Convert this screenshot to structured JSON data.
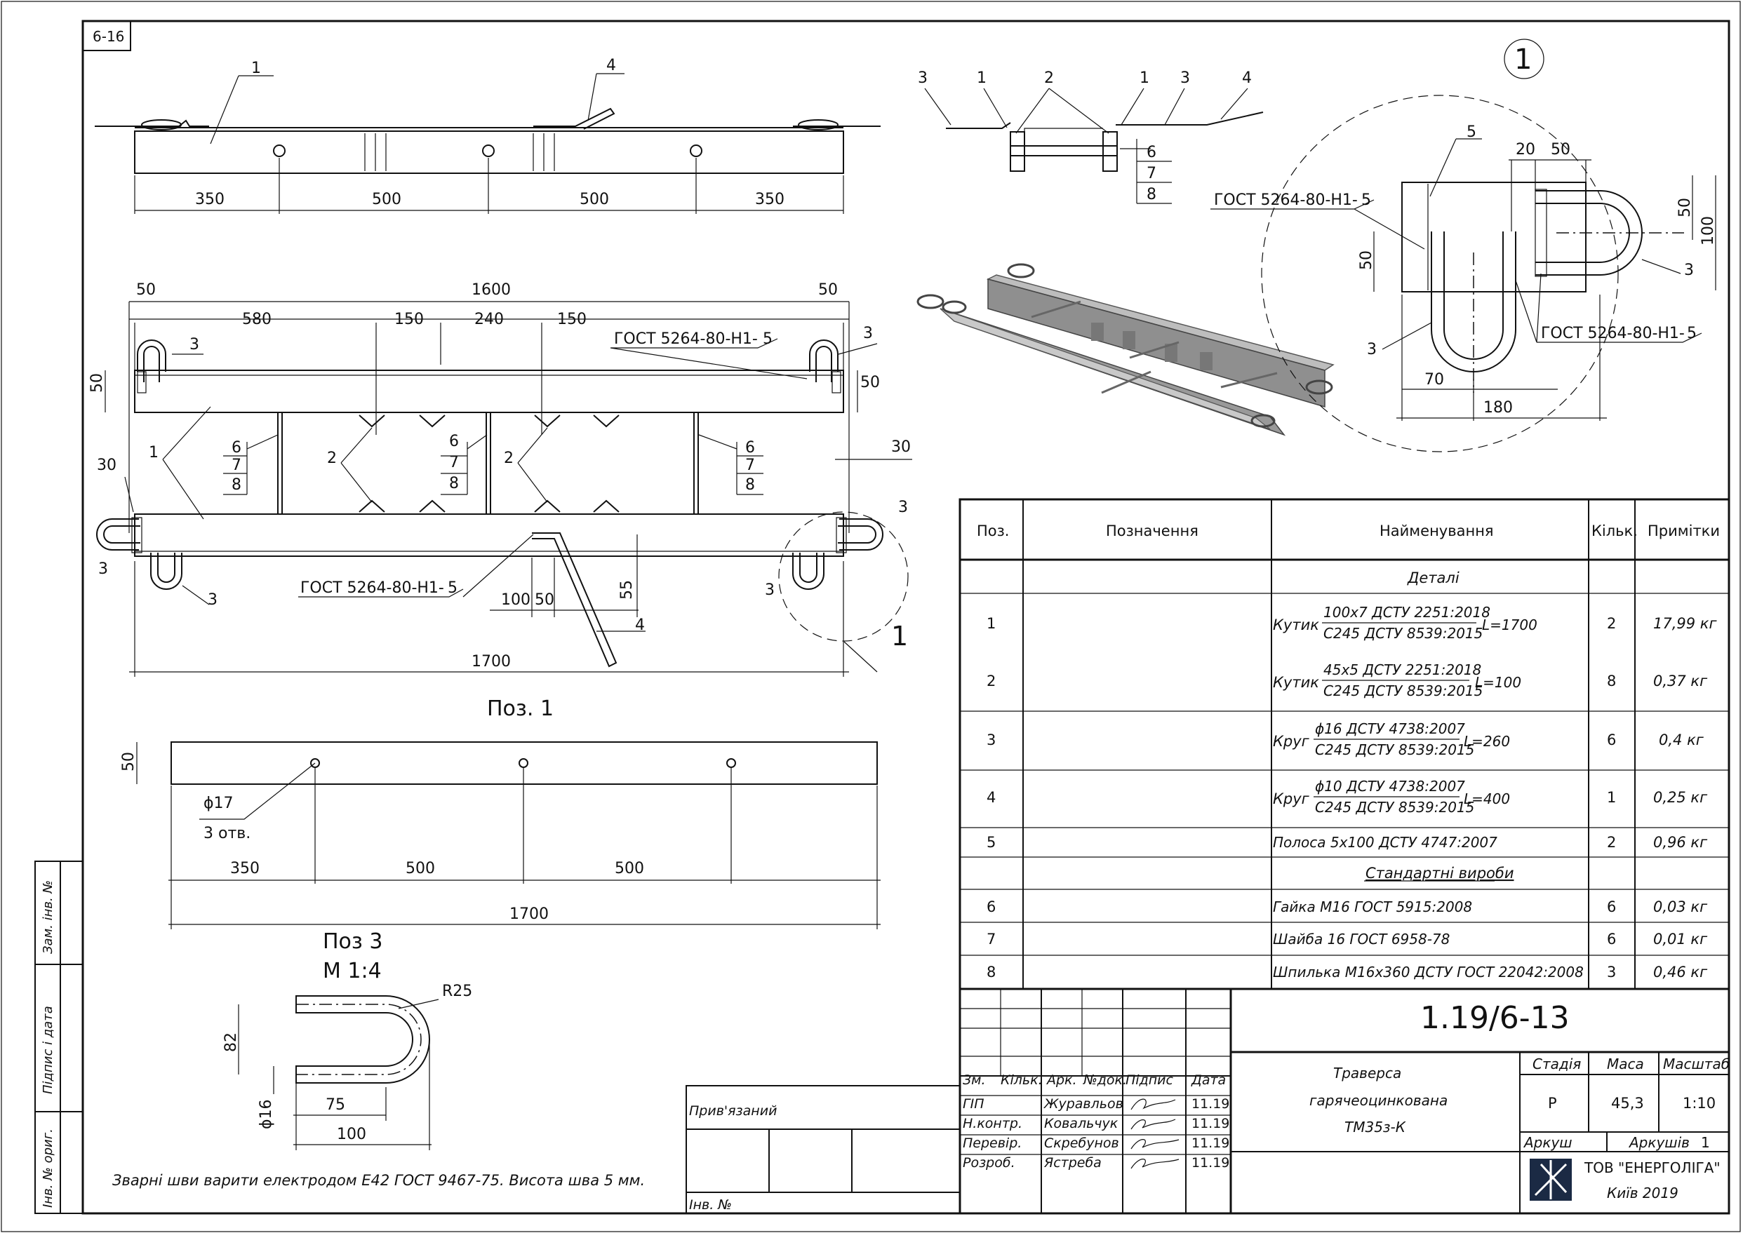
{
  "sheet_code": "6-16",
  "details_callout": "1",
  "views": {
    "front_dims": [
      "350",
      "500",
      "500",
      "350"
    ],
    "front_pos": [
      "1",
      "4"
    ],
    "end_pos": [
      "3",
      "1",
      "2",
      "1",
      "3",
      "4",
      "6",
      "7",
      "8"
    ],
    "plan": {
      "d50l": "50",
      "d1600": "1600",
      "d50r": "50",
      "d580": "580",
      "d150a": "150",
      "d240": "240",
      "d150b": "150",
      "d30": "30",
      "d30r": "30",
      "d50a": "50",
      "d50b": "50",
      "d55": "55",
      "d100": "100",
      "d50c": "50",
      "d1700": "1700",
      "weld": "ГОСТ 5264-80-Н1-",
      "weld_leg": "5",
      "p1": "1",
      "p2a": "2",
      "p2b": "2",
      "p3a": "3",
      "p3b": "3",
      "p3c": "3",
      "p3d": "3",
      "p3e": "3",
      "p3f": "3",
      "p4": "4",
      "s6a": "6",
      "s7a": "7",
      "s8a": "8",
      "s6b": "6",
      "s7b": "7",
      "s8b": "8",
      "s6c": "6",
      "s7c": "7",
      "s8c": "8",
      "detail_mark": "1"
    },
    "detail1": {
      "title": "1",
      "p5": "5",
      "p3a": "3",
      "p3b": "3",
      "d20": "20",
      "d50": "50",
      "d50v": "50",
      "d100": "100",
      "d50l": "50",
      "d70": "70",
      "d180": "180",
      "weld1": "ГОСТ 5264-80-Н1-",
      "weld1_leg": "5",
      "weld2": "ГОСТ 5264-80-Н1-",
      "weld2_leg": "5"
    },
    "poz1": {
      "title": "Поз. 1",
      "d50": "50",
      "hole": "ϕ17",
      "holes": "3 отв.",
      "d350": "350",
      "d500a": "500",
      "d500b": "500",
      "d1700": "1700"
    },
    "poz3": {
      "title": "Поз 3",
      "scale": "М 1:4",
      "r": "R25",
      "h": "82",
      "d": "ϕ16",
      "d75": "75",
      "d100": "100"
    }
  },
  "note": "Зварні шви варити електродом Е42 ГОСТ 9467-75. Висота шва 5 мм.",
  "side_stamp": [
    "Інв. № ориг.",
    "Підпис і дата",
    "Зам. інв. №"
  ],
  "table": {
    "headers": [
      "Поз.",
      "Позначення",
      "Найменування",
      "Кільк.",
      "Примітки"
    ],
    "section_details": "Деталі",
    "section_standard": "Стандартні вироби",
    "rows": [
      {
        "pos": "1",
        "prefix": "Кутик",
        "top": "100x7 ДСТУ 2251:2018",
        "bottom": "С245 ДСТУ 8539:2015",
        "suffix": "L=1700",
        "qty": "2",
        "note": "17,99 кг"
      },
      {
        "pos": "2",
        "prefix": "Кутик",
        "top": "45x5 ДСТУ 2251:2018",
        "bottom": "С245 ДСТУ 8539:2015",
        "suffix": "L=100",
        "qty": "8",
        "note": "0,37 кг"
      },
      {
        "pos": "3",
        "prefix": "Круг",
        "top": "ϕ16 ДСТУ 4738:2007",
        "bottom": "С245 ДСТУ 8539:2015",
        "suffix": "L=260",
        "qty": "6",
        "note": "0,4 кг"
      },
      {
        "pos": "4",
        "prefix": "Круг",
        "top": "ϕ10 ДСТУ 4738:2007",
        "bottom": "С245 ДСТУ 8539:2015",
        "suffix": "L=400",
        "qty": "1",
        "note": "0,25 кг"
      },
      {
        "pos": "5",
        "name": "Полоса 5х100 ДСТУ 4747:2007",
        "qty": "2",
        "note": "0,96 кг"
      },
      {
        "pos": "6",
        "name": "Гайка М16 ГОСТ 5915:2008",
        "qty": "6",
        "note": "0,03 кг"
      },
      {
        "pos": "7",
        "name": "Шайба 16 ГОСТ 6958-78",
        "qty": "6",
        "note": "0,01 кг"
      },
      {
        "pos": "8",
        "name": "Шпилька М16х360 ДСТУ ГОСТ 22042:2008",
        "qty": "3",
        "note": "0,46 кг"
      }
    ]
  },
  "title_block": {
    "doc_number": "1.19/6-13",
    "title": [
      "Траверса",
      "гарячеоцинкована",
      "ТМ35з-К"
    ],
    "stage_label": "Стадія",
    "mass_label": "Маса",
    "scale_label": "Масштаб",
    "stage": "Р",
    "mass": "45,3",
    "scale": "1:10",
    "sheet_label": "Аркуш",
    "sheets_label": "Аркушів",
    "sheets": "1",
    "company": "ТОВ \"ЕНЕРГОЛІГА\"",
    "city_year": "Київ 2019",
    "privyaz": "Прив'язаний",
    "inv": "Інв. №",
    "cols": [
      "Зм.",
      "Кільк.",
      "Арк.",
      "№док.",
      "Підпис",
      "Дата"
    ],
    "staff": [
      {
        "role": "ГІП",
        "name": "Журавльов",
        "date": "11.19"
      },
      {
        "role": "Н.контр.",
        "name": "Ковальчук",
        "date": "11.19"
      },
      {
        "role": "Перевір.",
        "name": "Скребунов",
        "date": "11.19"
      },
      {
        "role": "Розроб.",
        "name": "Ястреба",
        "date": "11.19"
      }
    ]
  }
}
